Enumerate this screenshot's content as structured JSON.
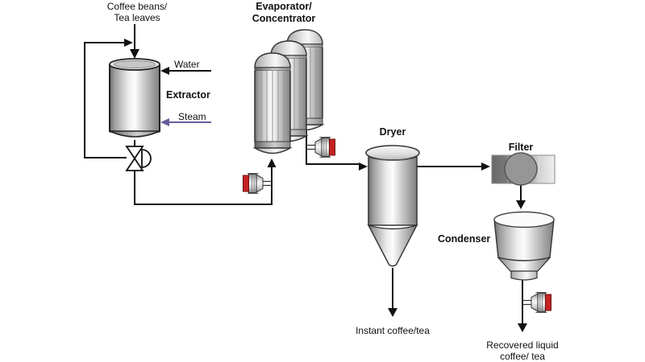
{
  "diagram": {
    "equipment": {
      "extractor": "Extractor",
      "evaporator_line1": "Evaporator/",
      "evaporator_line2": "Concentrator",
      "dryer": "Dryer",
      "filter": "Filter",
      "condenser": "Condenser"
    },
    "streams": {
      "feed_line1": "Coffee beans/",
      "feed_line2": "Tea leaves",
      "water": "Water",
      "steam": "Steam",
      "product": "Instant coffee/tea",
      "recovered_line1": "Recovered liquid",
      "recovered_line2": "coffee/ tea"
    },
    "colors": {
      "line": "#111111",
      "steam_arrow": "#6a5b9d",
      "pump_cap": "#c42322",
      "vessel_edge": "#333333"
    }
  }
}
